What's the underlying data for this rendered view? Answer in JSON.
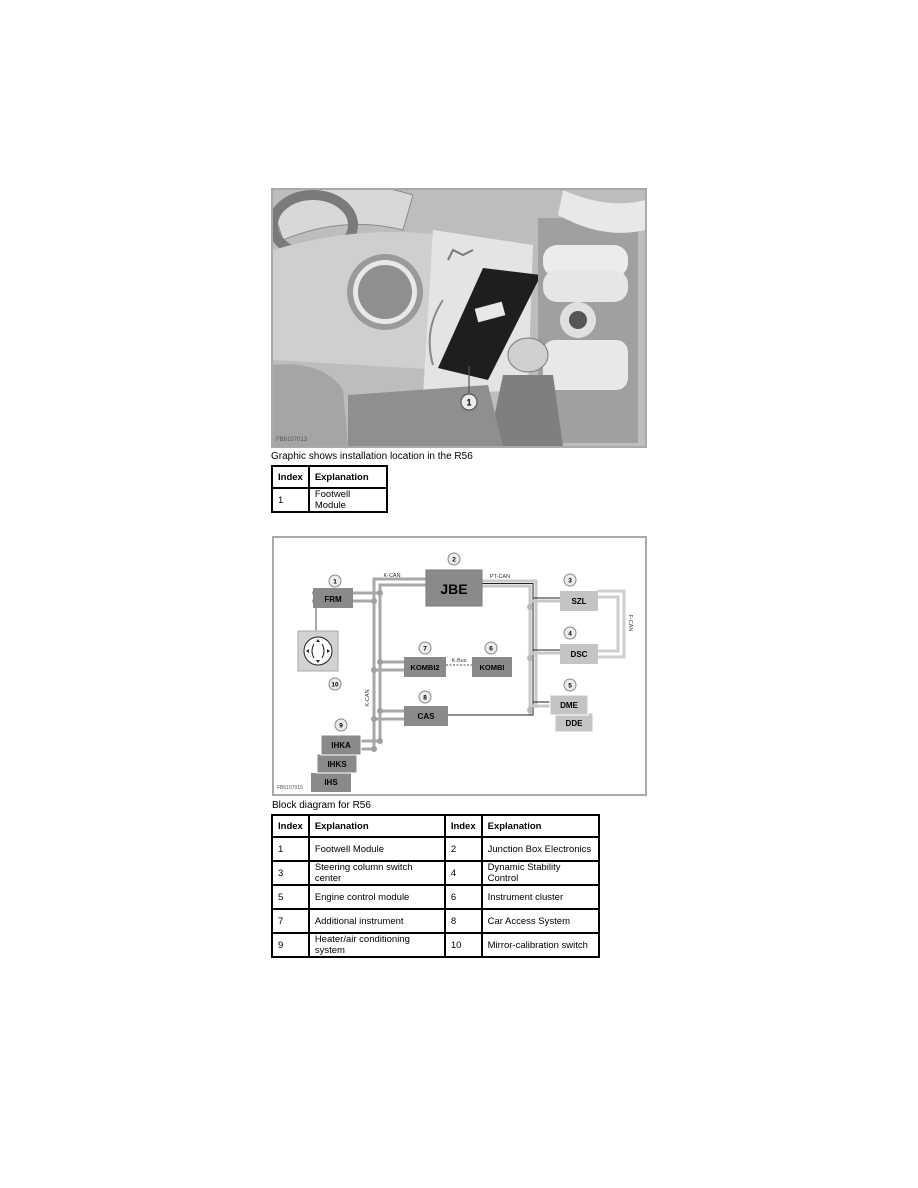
{
  "figure1": {
    "figure_code": "FB6107013",
    "callout": "1",
    "caption": "Graphic shows installation location in the R56",
    "table": {
      "headers": [
        "Index",
        "Explanation"
      ],
      "rows": [
        [
          "1",
          "Footwell Module"
        ]
      ]
    }
  },
  "figure2": {
    "figure_code": "FB6107015",
    "caption": "Block diagram for R56",
    "bus_labels": {
      "k_can_top": "K-CAN",
      "k_can_vertical": "K-CAN",
      "pt_can": "PT-CAN",
      "f_can": "F-CAN",
      "k_bus": "K-Bus"
    },
    "modules": [
      {
        "id": "jbe",
        "label": "JBE",
        "callout": "2"
      },
      {
        "id": "frm",
        "label": "FRM",
        "callout": "1"
      },
      {
        "id": "mirror-switch",
        "label": "",
        "callout": "10"
      },
      {
        "id": "kombi2",
        "label": "KOMBI2",
        "callout": "7"
      },
      {
        "id": "kombi",
        "label": "KOMBI",
        "callout": "6"
      },
      {
        "id": "cas",
        "label": "CAS",
        "callout": "8"
      },
      {
        "id": "ihka",
        "label": "IHKA",
        "callout": "9"
      },
      {
        "id": "ihks",
        "label": "IHKS",
        "callout": ""
      },
      {
        "id": "ihs",
        "label": "IHS",
        "callout": ""
      },
      {
        "id": "szl",
        "label": "SZL",
        "callout": "3"
      },
      {
        "id": "dsc",
        "label": "DSC",
        "callout": "4"
      },
      {
        "id": "dme",
        "label": "DME",
        "callout": "5"
      },
      {
        "id": "dde",
        "label": "DDE",
        "callout": ""
      }
    ],
    "table": {
      "headers": [
        "Index",
        "Explanation",
        "Index",
        "Explanation"
      ],
      "rows": [
        [
          "1",
          "Footwell Module",
          "2",
          "Junction Box Electronics"
        ],
        [
          "3",
          "Steering column switch center",
          "4",
          "Dynamic Stability Control"
        ],
        [
          "5",
          "Engine control module",
          "6",
          "Instrument cluster"
        ],
        [
          "7",
          "Additional instrument",
          "8",
          "Car Access System"
        ],
        [
          "9",
          "Heater/air conditioning system",
          "10",
          "Mirror-calibration switch"
        ]
      ]
    }
  },
  "colors": {
    "dark_module": "#8a8a8a",
    "light_module": "#c4c4c4",
    "bus_line": "#a8a8a8",
    "frame": "#a9a9a9"
  }
}
